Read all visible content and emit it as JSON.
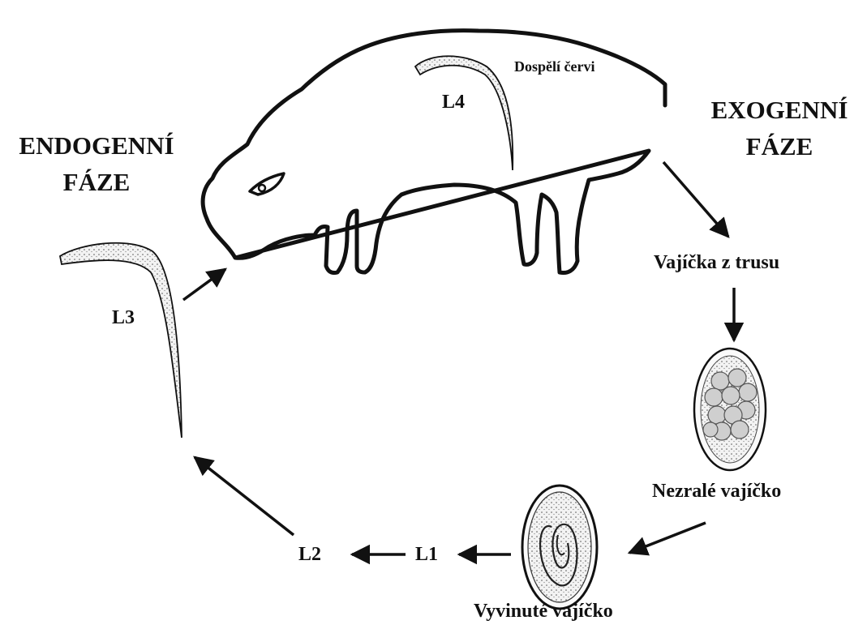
{
  "phases": {
    "endogenous": [
      "ENDOGENNÍ",
      "FÁZE"
    ],
    "exogenous": [
      "EXOGENNÍ",
      "FÁZE"
    ]
  },
  "labels": {
    "adult_worms": "Dospělí červi",
    "L4": "L4",
    "L3": "L3",
    "L2": "L2",
    "L1": "L1",
    "eggs_in_feces": "Vajíčka z trusu",
    "immature_egg": "Nezralé vajíčko",
    "developed_egg": "Vyvinuté vajíčko"
  },
  "colors": {
    "ink": "#111111",
    "larva_fill": "#ececec",
    "egg_fill": "#f2f2f2",
    "morula_fill": "#cfcfcf"
  }
}
